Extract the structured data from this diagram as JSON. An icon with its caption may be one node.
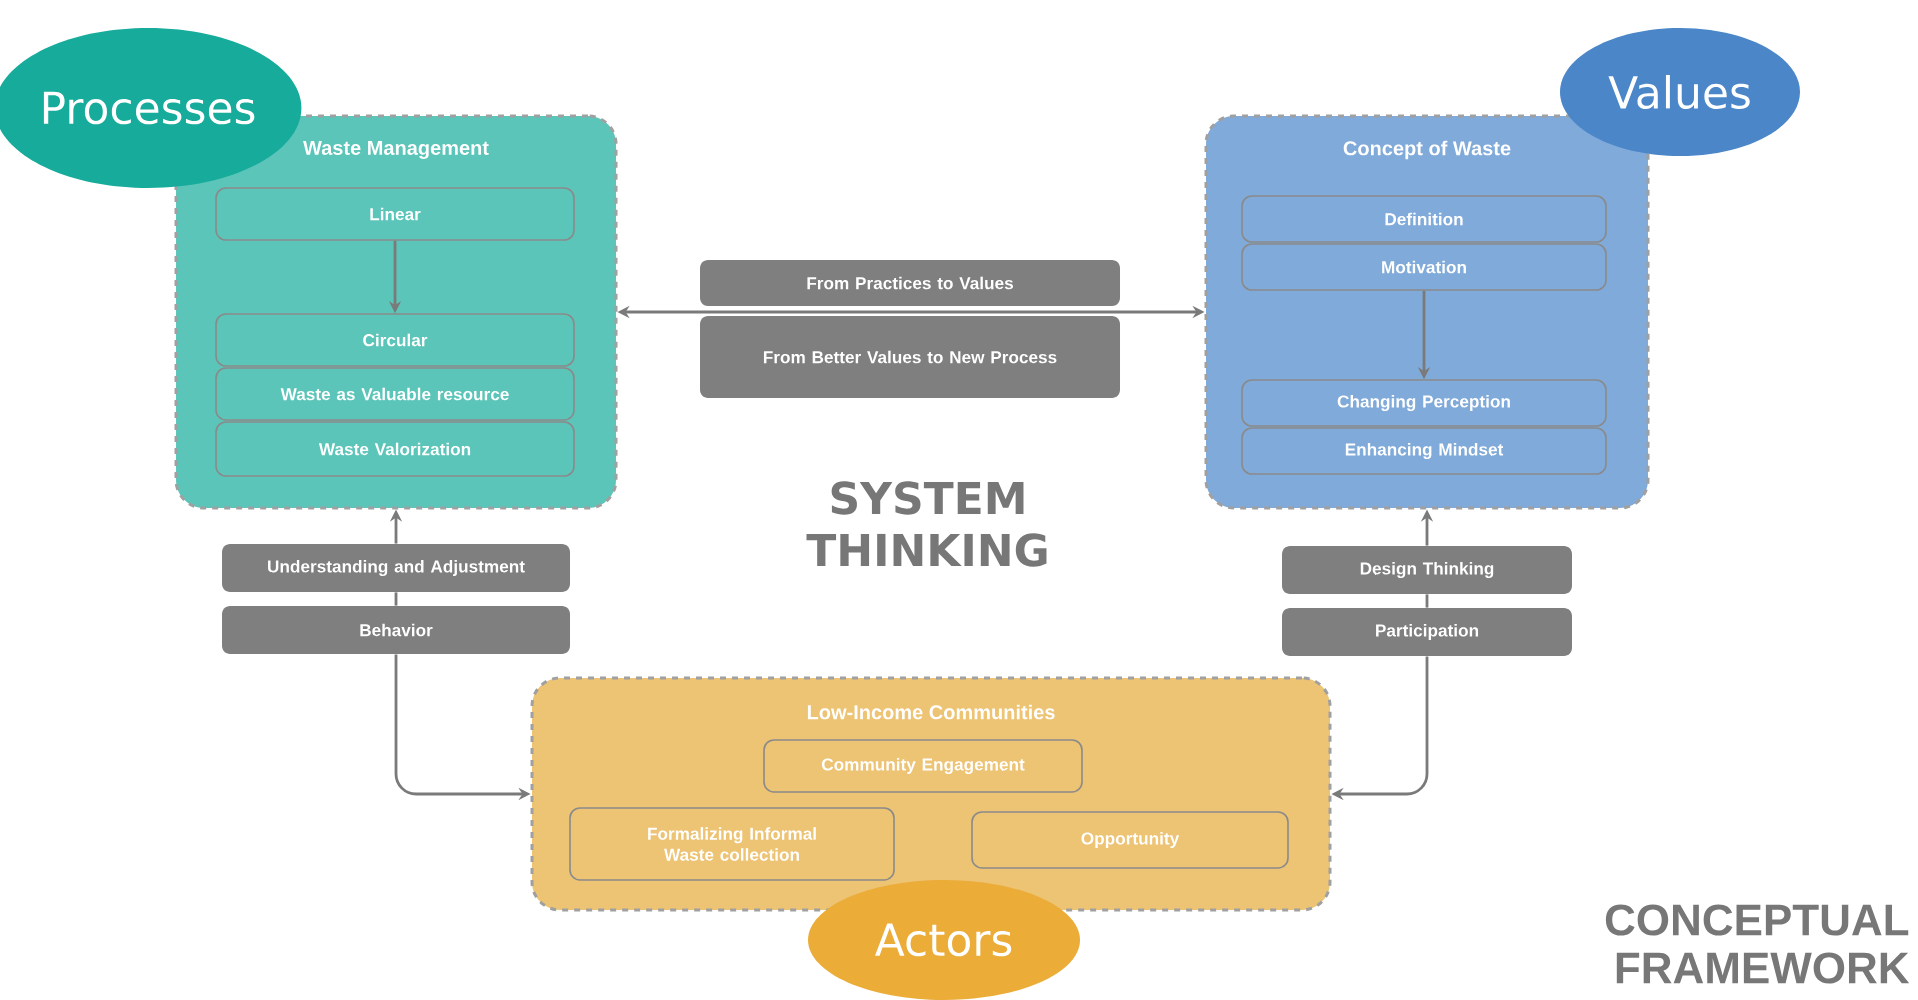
{
  "diagram": {
    "nodes": [
      {
        "text": [
          "Processes"
        ]
      },
      {
        "text": [
          "Waste Management"
        ]
      },
      {
        "text": [
          "Linear"
        ],
        "in": 1
      },
      {
        "text": [
          "Circular"
        ],
        "in": 1
      },
      {
        "text": [
          "Waste as Valuable resource"
        ],
        "in": 1
      },
      {
        "text": [
          "Waste Valorization"
        ],
        "in": 1
      },
      {
        "text": [
          "Values"
        ]
      },
      {
        "text": [
          "Concept of Waste"
        ]
      },
      {
        "text": [
          "Definition"
        ],
        "in": 7
      },
      {
        "text": [
          "Motivation"
        ],
        "in": 7
      },
      {
        "text": [
          "Changing Perception"
        ],
        "in": 7
      },
      {
        "text": [
          "Enhancing Mindset"
        ],
        "in": 7
      },
      {
        "text": [
          "From Practices to Values"
        ]
      },
      {
        "text": [
          "From Better Values to New Process"
        ]
      },
      {
        "text": [
          "Understanding and Adjustment"
        ]
      },
      {
        "text": [
          "Behavior"
        ]
      },
      {
        "text": [
          "Design Thinking"
        ]
      },
      {
        "text": [
          "Participation"
        ]
      },
      {
        "text": [
          "Low-Income Communities"
        ]
      },
      {
        "text": [
          "Community Engagement"
        ],
        "in": 18
      },
      {
        "text": [
          "Formalizing Informal Waste collection"
        ],
        "in": 18
      },
      {
        "text": [
          "Opportunity"
        ],
        "in": 18
      },
      {
        "text": [
          "Actors"
        ]
      }
    ],
    "edges": [
      {
        "from": 2,
        "to": 3,
        "arrow": "to"
      },
      {
        "from": 9,
        "to": 10,
        "arrow": "to"
      },
      {
        "from": 1,
        "to": 7,
        "arrow": "both"
      },
      {
        "from": 14,
        "to": 1,
        "arrow": "to"
      },
      {
        "from": 14,
        "to": 15,
        "arrow": "none"
      },
      {
        "from": 15,
        "to": 18,
        "arrow": "to"
      },
      {
        "from": 16,
        "to": 7,
        "arrow": "to"
      },
      {
        "from": 16,
        "to": 17,
        "arrow": "none"
      },
      {
        "from": 17,
        "to": 18,
        "arrow": "to"
      }
    ],
    "labels": [
      "SYSTEM THINKING",
      "CONCEPTUAL FRAMEWORK"
    ]
  }
}
